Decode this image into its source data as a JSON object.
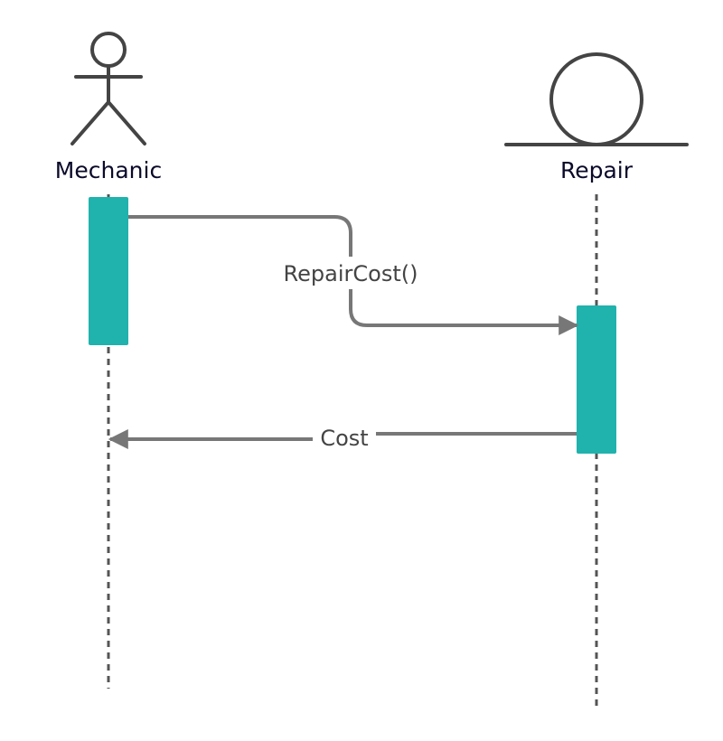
{
  "diagram": {
    "participants": [
      {
        "id": "mechanic",
        "kind": "actor",
        "name": "Mechanic"
      },
      {
        "id": "repair",
        "kind": "entity",
        "name": "Repair"
      }
    ],
    "messages": [
      {
        "from": "mechanic",
        "to": "repair",
        "label": "RepairCost()"
      },
      {
        "from": "repair",
        "to": "mechanic",
        "label": "Cost"
      }
    ],
    "colors": {
      "activation": "#20b2ad",
      "line": "#777777",
      "figure": "#444444",
      "lifeline": "#555555",
      "participant_text": "#0a0a2a",
      "message_text": "#444444"
    }
  }
}
